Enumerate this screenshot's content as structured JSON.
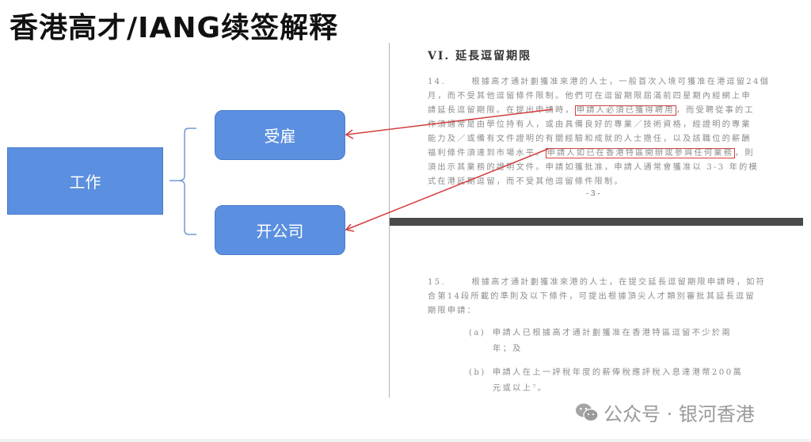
{
  "slide": {
    "title": "香港高才/IANG续签解释"
  },
  "diagram": {
    "root": "工作",
    "branches": [
      "受雇",
      "开公司"
    ],
    "colors": {
      "box_fill": "#5b8fdf",
      "box_border": "#4a7ccc",
      "arrow": "#d43d3d",
      "highlight": "#d43d3d"
    }
  },
  "document": {
    "heading": "VI. 延長逗留期限",
    "para14": {
      "number": "14.",
      "lines": [
        {
          "pre": "根據高才通計劃獲准來港的人士，一般首次入境可獲准在港逗留24個"
        },
        {
          "pre": "月，而不受其他逗留條件限制。他們可在逗留期限屆滿前四星期內經網上申"
        },
        {
          "pre": "請延長逗留期限。在提出申請時，",
          "highlight": "申請人必須已獲得聘用",
          "post": "，而受聘從事的工"
        },
        {
          "pre": "作須通常是由學位持有人，或由具備良好的專業／技術資格，經證明的專業"
        },
        {
          "pre": "能力及／或備有文件證明的有關經驗和成就的人士擔任，以及該職位的薪酬"
        },
        {
          "pre": "福利條件須達到市場水平。",
          "highlight": "申請人如已在香港特區開辦或參與任何業務",
          "post": "，則"
        },
        {
          "pre": "須出示其業務的證明文件。申請如獲批准，申請人通常會獲准以 3-3 年的模"
        },
        {
          "pre": "式在港延期逗留，而不受其他逗留條件限制。"
        }
      ]
    },
    "page_number": "- 3 -",
    "para15": {
      "number": "15.",
      "lines": [
        "根據高才通計劃獲准來港的人士，在提交延長逗留期限申請時，如符",
        "合第14段所載的準則及以下條件，可提出根據頂尖人才類別審批其延長逗留",
        "期限申請："
      ],
      "items": [
        {
          "label": "(a)",
          "lines": [
            "申請人已根據高才通計劃獲准在香港特區逗留不少於兩",
            "年；及"
          ]
        },
        {
          "label": "(b)",
          "lines": [
            "申請人在上一評稅年度的薪俸稅應評稅入息達港幣200萬",
            "元或以上⁷。"
          ]
        }
      ]
    }
  },
  "watermark": {
    "icon": "wechat-icon",
    "text": "公众号 · 银河香港"
  }
}
